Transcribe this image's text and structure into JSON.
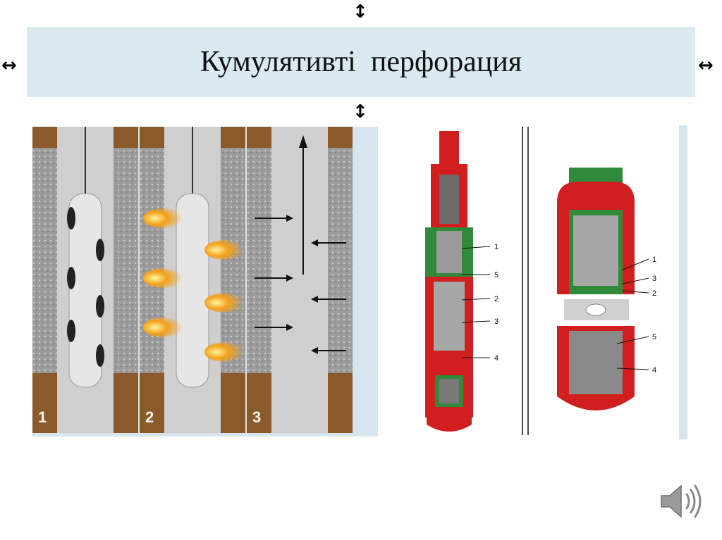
{
  "slide": {
    "title": "Кумулятивті  перфорация",
    "resize_arrows": {
      "top": "↕",
      "left": "↔",
      "right": "↔",
      "bottom": "↕"
    }
  },
  "left_figure": {
    "panels": [
      "1",
      "2",
      "3"
    ]
  },
  "right_figure": {
    "left_device_labels": [
      "1",
      "5",
      "2",
      "3",
      "4"
    ],
    "right_device_labels": [
      "1",
      "3",
      "2",
      "5",
      "4"
    ]
  },
  "colors": {
    "title_bar": "#dbe9f1",
    "soil": "#8a5a2b",
    "rock": "#a7a7a7",
    "casing": "#d9d9d9",
    "device_red": "#d11f1f",
    "device_green": "#2f8a3a",
    "fire": "#f3a11b"
  },
  "icons": {
    "speaker": "speaker-icon"
  }
}
